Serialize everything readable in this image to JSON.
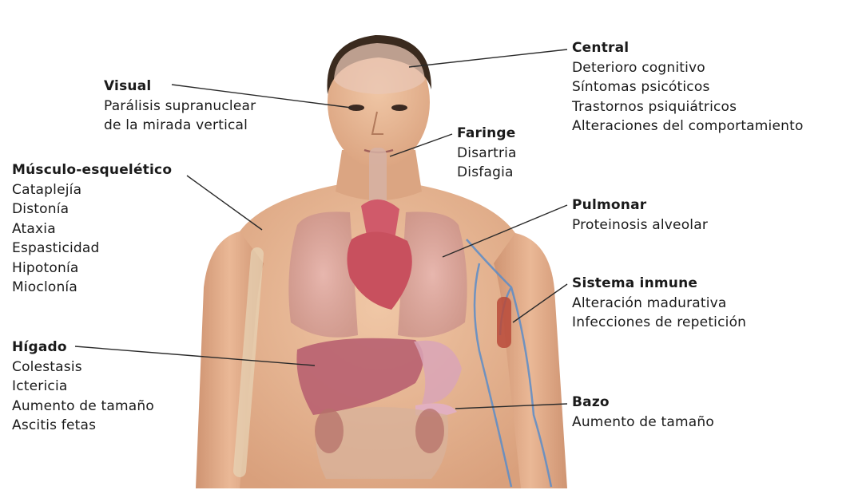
{
  "callouts": {
    "central": {
      "title": "Central",
      "items": [
        "Deterioro cognitivo",
        "Síntomas psicóticos",
        "Trastornos psiquiátricos",
        "Alteraciones del comportamiento"
      ]
    },
    "visual": {
      "title": "Visual",
      "items": [
        "Parálisis supranuclear",
        "de la mirada vertical"
      ]
    },
    "faringe": {
      "title": "Faringe",
      "items": [
        "Disartria",
        "Disfagia"
      ]
    },
    "musculo": {
      "title": "Músculo-esquelético",
      "items": [
        "Cataplejía",
        "Distonía",
        "Ataxia",
        "Espasticidad",
        "Hipotonía",
        "Mioclonía"
      ]
    },
    "pulmonar": {
      "title": "Pulmonar",
      "items": [
        "Proteinosis alveolar"
      ]
    },
    "inmune": {
      "title": "Sistema inmune",
      "items": [
        "Alteración madurativa",
        "Infecciones de repetición"
      ]
    },
    "higado": {
      "title": "Hígado",
      "items": [
        "Colestasis",
        "Ictericia",
        "Aumento de tamaño",
        "Ascitis fetas"
      ]
    },
    "bazo": {
      "title": "Bazo",
      "items": [
        "Aumento de tamaño"
      ]
    }
  },
  "colors": {
    "skin": "#e8b996",
    "skin_shadow": "#c98e6c",
    "hair": "#3a2a1e",
    "brain": "#e9c7b6",
    "lung": "#d79aa0",
    "heart": "#c8505e",
    "liver": "#b86170",
    "stomach": "#d9a4b7",
    "vessel": "#5a8cc8",
    "leader_line": "#2a2a2a"
  }
}
